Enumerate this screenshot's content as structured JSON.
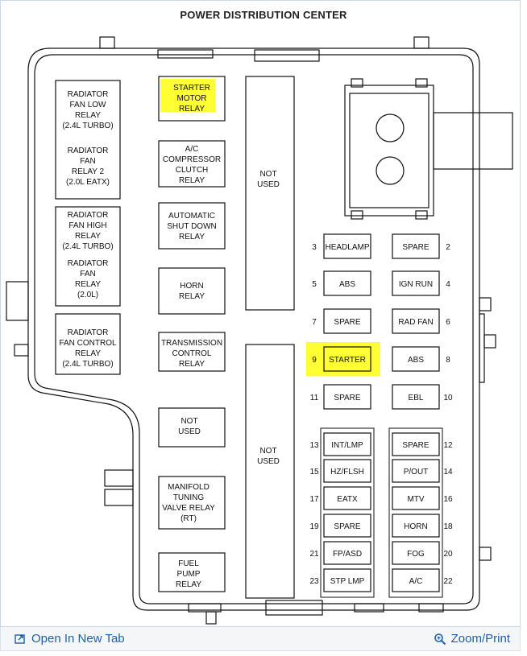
{
  "title": "POWER DISTRIBUTION CENTER",
  "relays": [
    {
      "id": "r1",
      "lines": [
        "RADIATOR",
        "FAN LOW",
        "RELAY",
        "(2.4L TURBO)"
      ],
      "highlight": false
    },
    {
      "id": "r2",
      "lines": [
        "RADIATOR",
        "FAN",
        "RELAY 2",
        "(2.0L EATX)"
      ],
      "highlight": false
    },
    {
      "id": "r3",
      "lines": [
        "RADIATOR",
        "FAN HIGH",
        "RELAY",
        "(2.4L TURBO)"
      ],
      "highlight": false
    },
    {
      "id": "r4",
      "lines": [
        "RADIATOR",
        "FAN",
        "RELAY",
        "(2.0L)"
      ],
      "highlight": false
    },
    {
      "id": "r5",
      "lines": [
        "RADIATOR",
        "FAN CONTROL",
        "RELAY",
        "(2.4L TURBO)"
      ],
      "highlight": false
    },
    {
      "id": "r6",
      "lines": [
        "STARTER",
        "MOTOR",
        "RELAY"
      ],
      "highlight": true
    },
    {
      "id": "r7",
      "lines": [
        "A/C",
        "COMPRESSOR",
        "CLUTCH",
        "RELAY"
      ],
      "highlight": false
    },
    {
      "id": "r8",
      "lines": [
        "AUTOMATIC",
        "SHUT DOWN",
        "RELAY"
      ],
      "highlight": false
    },
    {
      "id": "r9",
      "lines": [
        "HORN",
        "RELAY"
      ],
      "highlight": false
    },
    {
      "id": "r10",
      "lines": [
        "TRANSMISSION",
        "CONTROL",
        "RELAY"
      ],
      "highlight": false
    },
    {
      "id": "r11",
      "lines": [
        "NOT",
        "USED"
      ],
      "highlight": false
    },
    {
      "id": "r12",
      "lines": [
        "MANIFOLD",
        "TUNING",
        "VALVE RELAY",
        "(RT)"
      ],
      "highlight": false
    },
    {
      "id": "r13",
      "lines": [
        "FUEL",
        "PUMP",
        "RELAY"
      ],
      "highlight": false
    },
    {
      "id": "u1",
      "lines": [
        "NOT",
        "USED"
      ],
      "highlight": false
    },
    {
      "id": "u2",
      "lines": [
        "NOT",
        "USED"
      ],
      "highlight": false
    }
  ],
  "fuses": [
    {
      "num": "3",
      "label": "HEADLAMP",
      "highlight": false
    },
    {
      "num": "2",
      "label": "SPARE",
      "highlight": false
    },
    {
      "num": "5",
      "label": "ABS",
      "highlight": false
    },
    {
      "num": "4",
      "label": "IGN RUN",
      "highlight": false
    },
    {
      "num": "7",
      "label": "SPARE",
      "highlight": false
    },
    {
      "num": "6",
      "label": "RAD FAN",
      "highlight": false
    },
    {
      "num": "9",
      "label": "STARTER",
      "highlight": true
    },
    {
      "num": "8",
      "label": "ABS",
      "highlight": false
    },
    {
      "num": "11",
      "label": "SPARE",
      "highlight": false
    },
    {
      "num": "10",
      "label": "EBL",
      "highlight": false
    },
    {
      "num": "13",
      "label": "INT/LMP",
      "highlight": false
    },
    {
      "num": "12",
      "label": "SPARE",
      "highlight": false
    },
    {
      "num": "15",
      "label": "HZ/FLSH",
      "highlight": false
    },
    {
      "num": "14",
      "label": "P/OUT",
      "highlight": false
    },
    {
      "num": "17",
      "label": "EATX",
      "highlight": false
    },
    {
      "num": "16",
      "label": "MTV",
      "highlight": false
    },
    {
      "num": "19",
      "label": "SPARE",
      "highlight": false
    },
    {
      "num": "18",
      "label": "HORN",
      "highlight": false
    },
    {
      "num": "21",
      "label": "FP/ASD",
      "highlight": false
    },
    {
      "num": "20",
      "label": "FOG",
      "highlight": false
    },
    {
      "num": "23",
      "label": "STP LMP",
      "highlight": false
    },
    {
      "num": "22",
      "label": "A/C",
      "highlight": false
    }
  ],
  "footer": {
    "open_tab": "Open In New Tab",
    "zoom": "Zoom/Print"
  },
  "colors": {
    "highlight": "#ffff33",
    "link": "#1f5fa8"
  }
}
